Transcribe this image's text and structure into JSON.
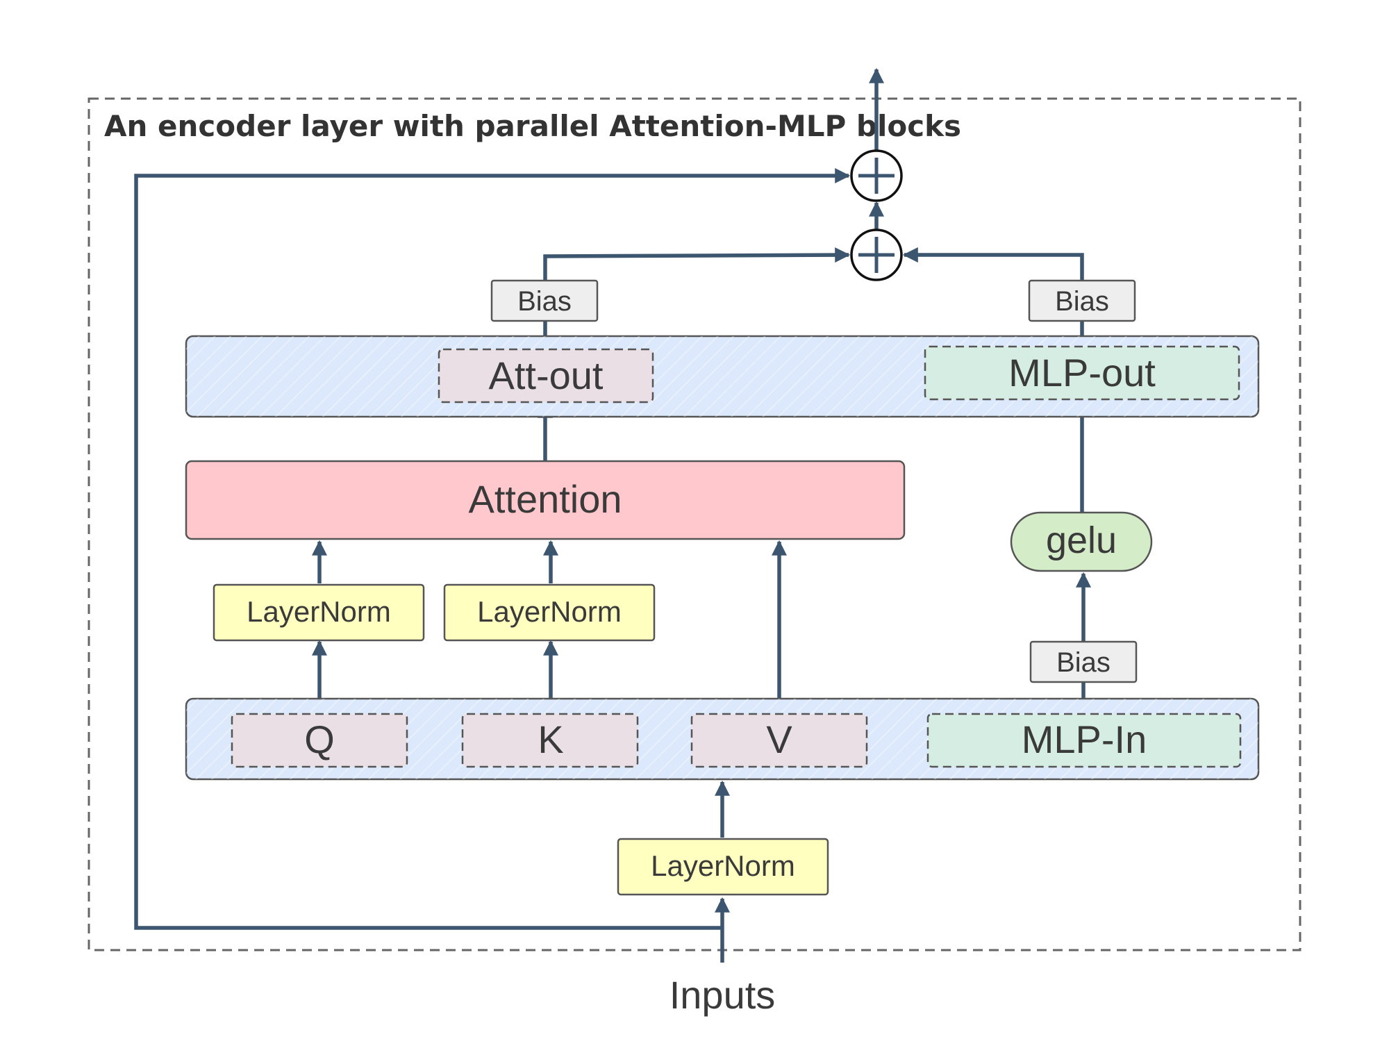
{
  "title": "An encoder layer with parallel Attention-MLP blocks",
  "inputs_label": "Inputs",
  "nodes": {
    "layernorm_bottom": "LayerNorm",
    "layernorm_q": "LayerNorm",
    "layernorm_k": "LayerNorm",
    "q": "Q",
    "k": "K",
    "v": "V",
    "mlp_in": "MLP-In",
    "bias_mlp_in": "Bias",
    "gelu": "gelu",
    "attention": "Attention",
    "att_out": "Att-out",
    "mlp_out": "MLP-out",
    "bias_att_out": "Bias",
    "bias_mlp_out": "Bias"
  },
  "colors": {
    "line": "#3d5670",
    "projection_band": "#dce8fb",
    "attention": "#ffc8cc",
    "layernorm": "#ffffc0",
    "bias": "#eeeeee",
    "gelu": "#d4ecc8",
    "attention_proj": "#ebdfe6",
    "mlp_proj": "#d6ede3"
  }
}
